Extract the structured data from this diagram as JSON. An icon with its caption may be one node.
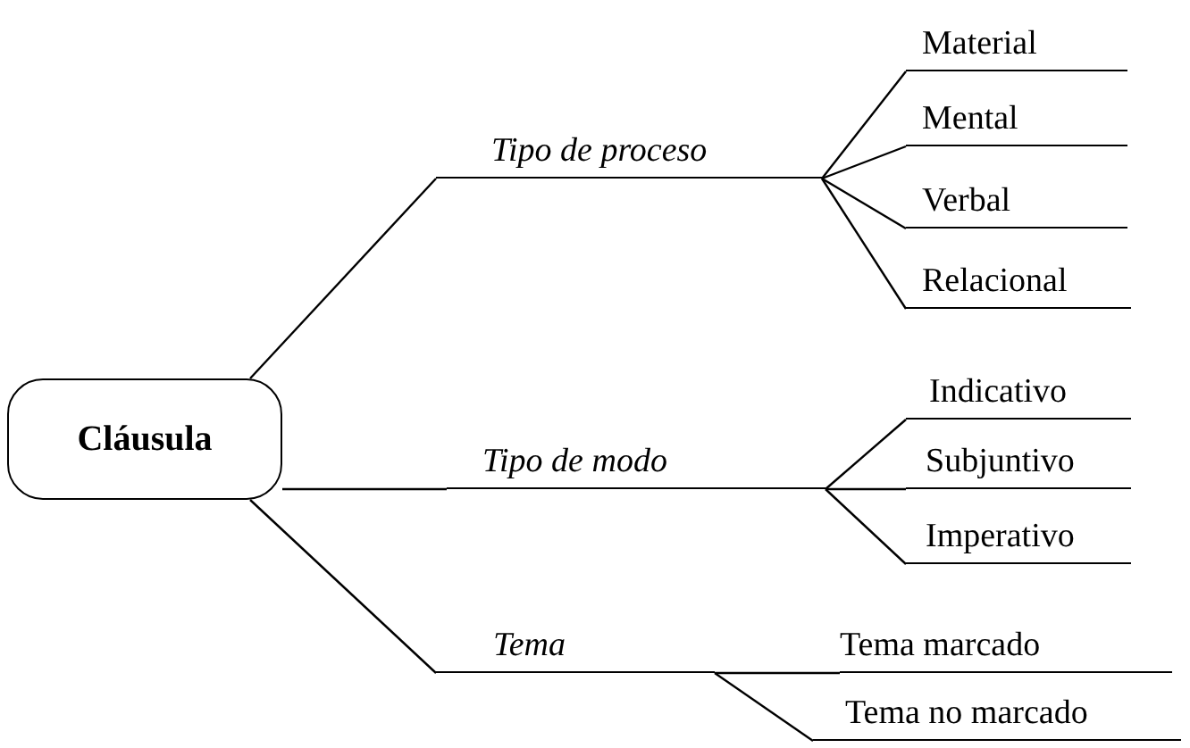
{
  "diagram": {
    "nodes": [
      {
        "text": [
          "Cláusula"
        ]
      },
      {
        "text": [
          "Tipo de proceso"
        ]
      },
      {
        "text": [
          "Material"
        ]
      },
      {
        "text": [
          "Mental"
        ]
      },
      {
        "text": [
          "Verbal"
        ]
      },
      {
        "text": [
          "Relacional"
        ]
      },
      {
        "text": [
          "Tipo de modo"
        ]
      },
      {
        "text": [
          "Indicativo"
        ]
      },
      {
        "text": [
          "Subjuntivo"
        ]
      },
      {
        "text": [
          "Imperativo"
        ]
      },
      {
        "text": [
          "Tema"
        ]
      },
      {
        "text": [
          "Tema marcado"
        ]
      },
      {
        "text": [
          "Tema no marcado"
        ]
      }
    ],
    "edges": [
      {
        "from": 0,
        "to": 1,
        "arrow": "none"
      },
      {
        "from": 1,
        "to": 2,
        "arrow": "none"
      },
      {
        "from": 1,
        "to": 3,
        "arrow": "none"
      },
      {
        "from": 1,
        "to": 4,
        "arrow": "none"
      },
      {
        "from": 1,
        "to": 5,
        "arrow": "none"
      },
      {
        "from": 0,
        "to": 6,
        "arrow": "none"
      },
      {
        "from": 6,
        "to": 7,
        "arrow": "none"
      },
      {
        "from": 6,
        "to": 8,
        "arrow": "none"
      },
      {
        "from": 6,
        "to": 9,
        "arrow": "none"
      },
      {
        "from": 0,
        "to": 10,
        "arrow": "none"
      },
      {
        "from": 10,
        "to": 11,
        "arrow": "none"
      },
      {
        "from": 10,
        "to": 12,
        "arrow": "none"
      }
    ]
  }
}
